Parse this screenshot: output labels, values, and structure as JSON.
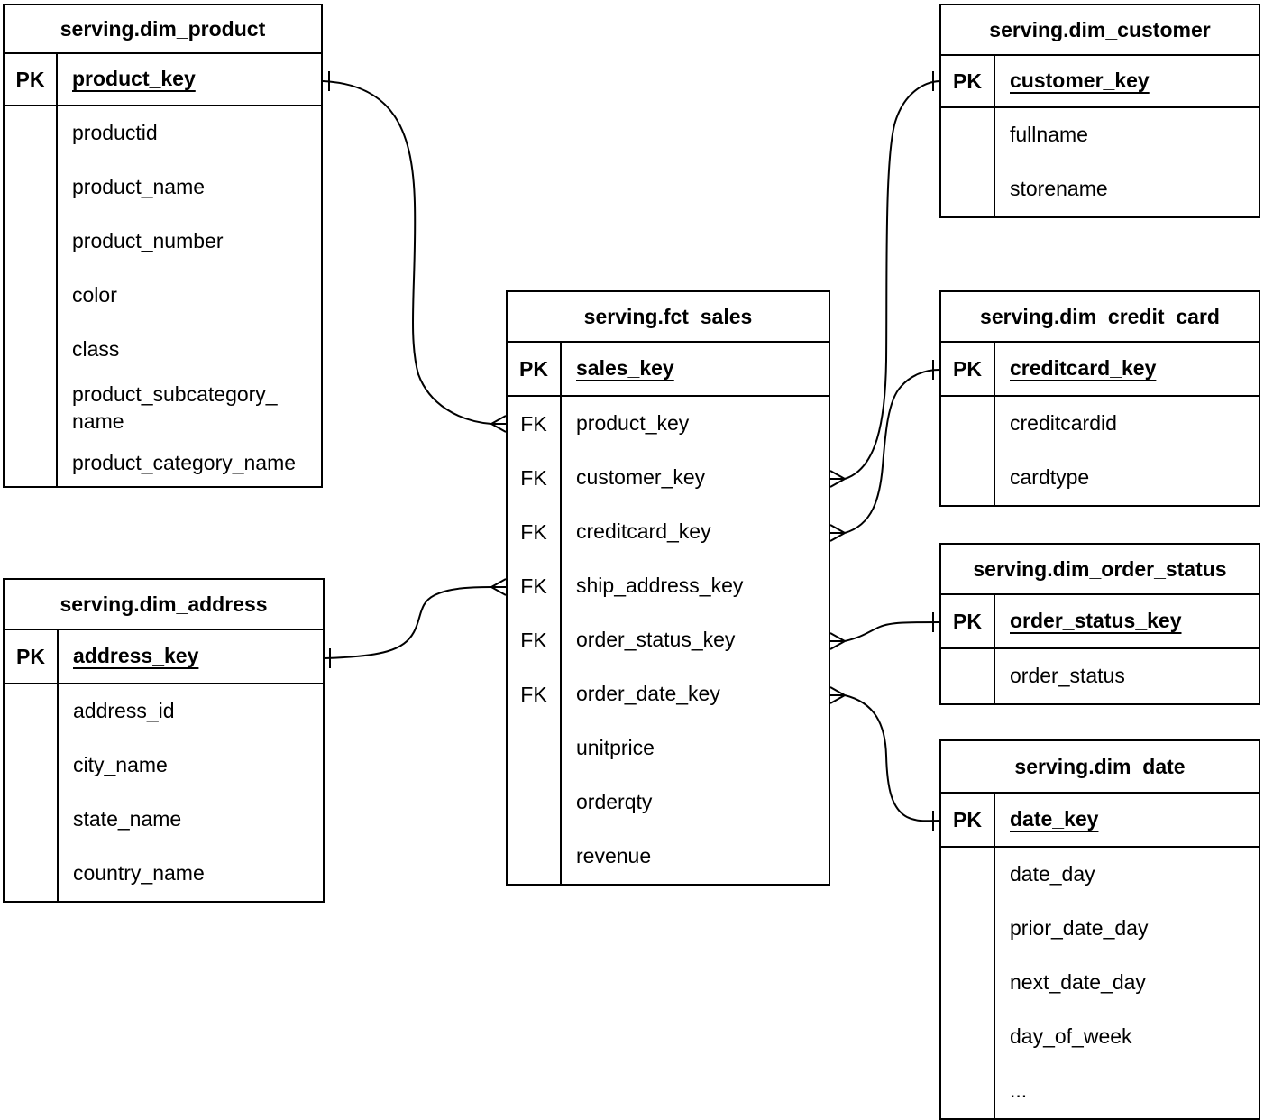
{
  "diagram": {
    "kind": "entity-relationship-schema",
    "colors": {
      "line": "#000000",
      "background": "#ffffff",
      "text": "#000000"
    },
    "tables": [
      {
        "title": "serving.dim_product",
        "pk": {
          "label": "PK",
          "field": "product_key"
        },
        "rows": [
          {
            "key": "",
            "field": "productid"
          },
          {
            "key": "",
            "field": "product_name"
          },
          {
            "key": "",
            "field": "product_number"
          },
          {
            "key": "",
            "field": "color"
          },
          {
            "key": "",
            "field": "class"
          },
          {
            "key": "",
            "field": "product_subcategory_\nname"
          },
          {
            "key": "",
            "field": "product_category_name"
          }
        ]
      },
      {
        "title": "serving.fct_sales",
        "pk": {
          "label": "PK",
          "field": "sales_key"
        },
        "rows": [
          {
            "key": "FK",
            "field": "product_key"
          },
          {
            "key": "FK",
            "field": "customer_key"
          },
          {
            "key": "FK",
            "field": "creditcard_key"
          },
          {
            "key": "FK",
            "field": "ship_address_key"
          },
          {
            "key": "FK",
            "field": "order_status_key"
          },
          {
            "key": "FK",
            "field": "order_date_key"
          },
          {
            "key": "",
            "field": "unitprice"
          },
          {
            "key": "",
            "field": "orderqty"
          },
          {
            "key": "",
            "field": "revenue"
          }
        ]
      },
      {
        "title": "serving.dim_customer",
        "pk": {
          "label": "PK",
          "field": "customer_key"
        },
        "rows": [
          {
            "key": "",
            "field": "fullname"
          },
          {
            "key": "",
            "field": "storename"
          }
        ]
      },
      {
        "title": "serving.dim_credit_card",
        "pk": {
          "label": "PK",
          "field": "creditcard_key"
        },
        "rows": [
          {
            "key": "",
            "field": "creditcardid"
          },
          {
            "key": "",
            "field": "cardtype"
          }
        ]
      },
      {
        "title": "serving.dim_order_status",
        "pk": {
          "label": "PK",
          "field": "order_status_key"
        },
        "rows": [
          {
            "key": "",
            "field": "order_status"
          }
        ]
      },
      {
        "title": "serving.dim_date",
        "pk": {
          "label": "PK",
          "field": "date_key"
        },
        "rows": [
          {
            "key": "",
            "field": "date_day"
          },
          {
            "key": "",
            "field": "prior_date_day"
          },
          {
            "key": "",
            "field": "next_date_day"
          },
          {
            "key": "",
            "field": "day_of_week"
          },
          {
            "key": "",
            "field": "..."
          }
        ]
      },
      {
        "title": "serving.dim_address",
        "pk": {
          "label": "PK",
          "field": "address_key"
        },
        "rows": [
          {
            "key": "",
            "field": "address_id"
          },
          {
            "key": "",
            "field": "city_name"
          },
          {
            "key": "",
            "field": "state_name"
          },
          {
            "key": "",
            "field": "country_name"
          }
        ]
      }
    ],
    "relationships": [
      {
        "many": "serving.fct_sales.product_key",
        "one": "serving.dim_product.product_key",
        "notation": "crow-foot-many to one-tick"
      },
      {
        "many": "serving.fct_sales.customer_key",
        "one": "serving.dim_customer.customer_key",
        "notation": "crow-foot-many to one-tick"
      },
      {
        "many": "serving.fct_sales.creditcard_key",
        "one": "serving.dim_credit_card.creditcard_key",
        "notation": "crow-foot-many to one-tick"
      },
      {
        "many": "serving.fct_sales.ship_address_key",
        "one": "serving.dim_address.address_key",
        "notation": "crow-foot-many to one-tick"
      },
      {
        "many": "serving.fct_sales.order_status_key",
        "one": "serving.dim_order_status.order_status_key",
        "notation": "crow-foot-many to one-tick"
      },
      {
        "many": "serving.fct_sales.order_date_key",
        "one": "serving.dim_date.date_key",
        "notation": "crow-foot-many to one-tick"
      }
    ]
  }
}
